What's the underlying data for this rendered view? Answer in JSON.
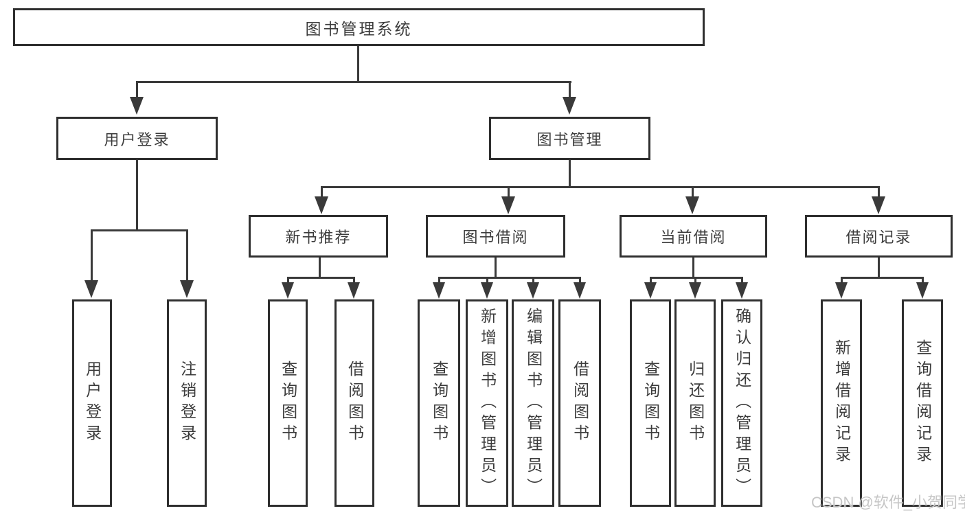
{
  "diagram": {
    "watermark": "CSDN @软件_小贺同学",
    "colors": {
      "line": "#3a3a3a",
      "box_border": "#2f2f2f",
      "text": "#3c3c3c",
      "background": "#ffffff",
      "watermark": "#c6c6c6"
    },
    "tree": {
      "root": {
        "label": "图书管理系统",
        "children": [
          {
            "label": "用户登录",
            "children": [
              {
                "label": "用户登录"
              },
              {
                "label": "注销登录"
              }
            ]
          },
          {
            "label": "图书管理",
            "children": [
              {
                "label": "新书推荐",
                "children": [
                  {
                    "label": "查询图书"
                  },
                  {
                    "label": "借阅图书"
                  }
                ]
              },
              {
                "label": "图书借阅",
                "children": [
                  {
                    "label": "查询图书"
                  },
                  {
                    "label": "新增图书（管理员）"
                  },
                  {
                    "label": "编辑图书（管理员）"
                  },
                  {
                    "label": "借阅图书"
                  }
                ]
              },
              {
                "label": "当前借阅",
                "children": [
                  {
                    "label": "查询图书"
                  },
                  {
                    "label": "归还图书"
                  },
                  {
                    "label": "确认归还（管理员）"
                  }
                ]
              },
              {
                "label": "借阅记录",
                "children": [
                  {
                    "label": "新增借阅记录"
                  },
                  {
                    "label": "查询借阅记录"
                  }
                ]
              }
            ]
          }
        ]
      }
    }
  }
}
